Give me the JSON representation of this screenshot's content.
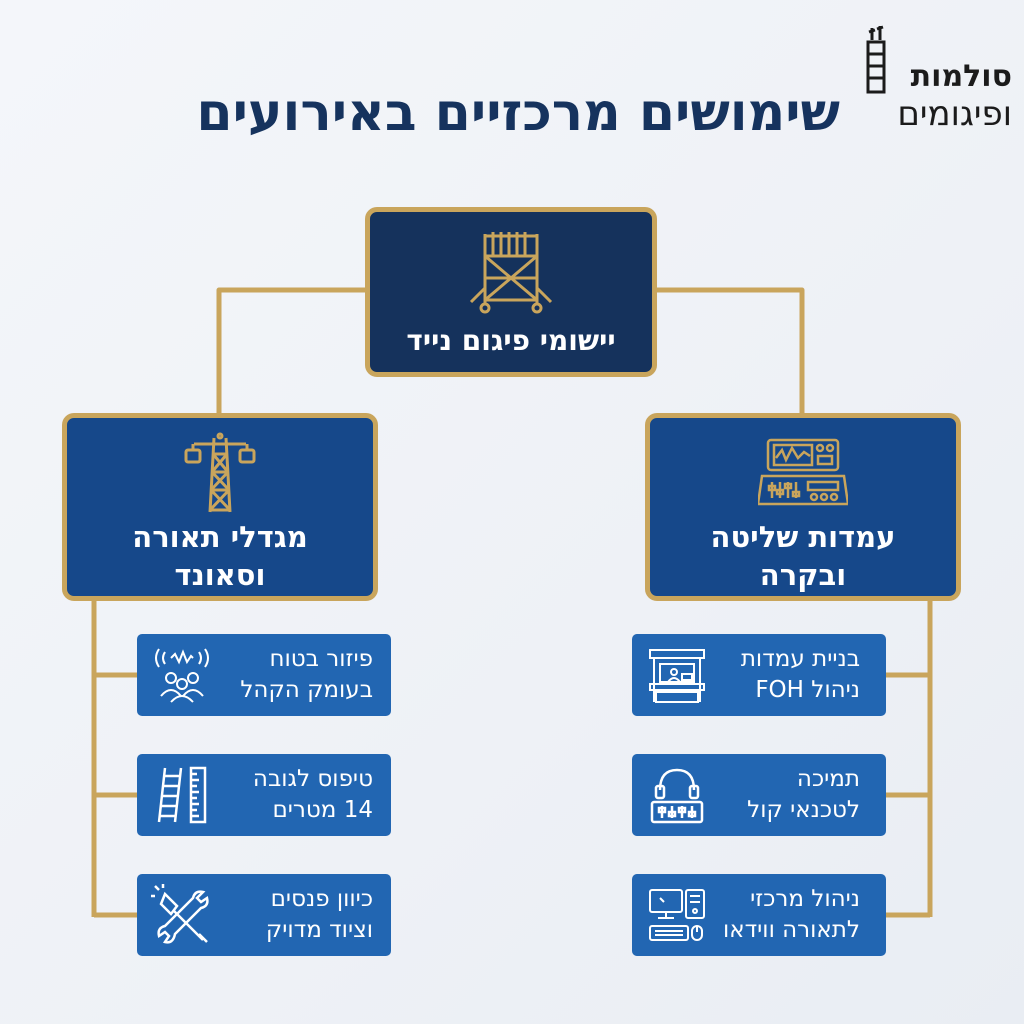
{
  "header": {
    "title": "שימושים מרכזיים באירועים"
  },
  "logo": {
    "line1": "סולמות",
    "line2": "ופיגומים"
  },
  "root": {
    "label": "יישומי פיגום נייד",
    "icon": "scaffold-icon"
  },
  "branches": {
    "left": {
      "label_line1": "מגדלי תאורה",
      "label_line2": "וסאונד",
      "icon": "lighting-tower-icon",
      "items": [
        {
          "line1": "פיזור בטוח",
          "line2": "בעומק הקהל",
          "icon": "crowd-sound-icon"
        },
        {
          "line1": "טיפוס לגובה",
          "line2": "14 מטרים",
          "icon": "ladder-ruler-icon"
        },
        {
          "line1": "כיוון פנסים",
          "line2": "וציוד מדויק",
          "icon": "tools-light-icon"
        }
      ]
    },
    "right": {
      "label_line1": "עמדות שליטה",
      "label_line2": "ובקרה",
      "icon": "mixing-console-icon",
      "items": [
        {
          "line1": "בניית עמדות",
          "line2": "ניהול FOH",
          "icon": "foh-booth-icon"
        },
        {
          "line1": "תמיכה",
          "line2": "לטכנאי קול",
          "icon": "headphones-mixer-icon"
        },
        {
          "line1": "ניהול מרכזי",
          "line2": "לתאורה ווידאו",
          "icon": "computer-station-icon"
        }
      ]
    }
  },
  "colors": {
    "title": "#16335e",
    "root_fill": "#15325c",
    "branch_fill": "#16488a",
    "leaf_fill": "#2266b2",
    "gold": "#c9a55c"
  }
}
